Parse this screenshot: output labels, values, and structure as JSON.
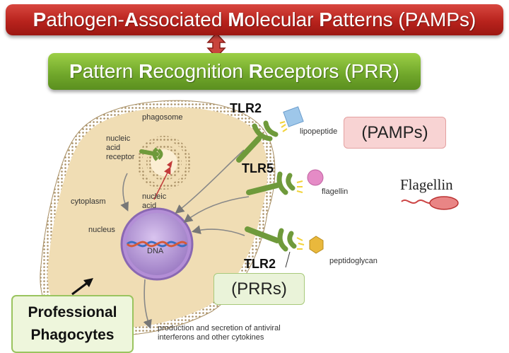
{
  "banners": {
    "pamps": [
      "P",
      "athogen-",
      "A",
      "ssociated ",
      "M",
      "olecular ",
      "P",
      "atterns (PAMPs)"
    ],
    "prr": [
      "P",
      "attern ",
      "R",
      "ecognition ",
      "R",
      "eceptors (PRR)"
    ]
  },
  "receptors": {
    "tlr2_top": "TLR2",
    "tlr5": "TLR5",
    "tlr2_bottom": "TLR2"
  },
  "callouts": {
    "pamps": "(PAMPs)",
    "prrs": "(PRRs)",
    "phagocytes_line1": "Professional",
    "phagocytes_line2": "Phagocytes"
  },
  "cell_labels": {
    "phagosome": "phagosome",
    "nucleic_acid_receptor": [
      "nucleic",
      "acid",
      "receptor"
    ],
    "nucleic_acid": [
      "nucleic",
      "acid"
    ],
    "cytoplasm": "cytoplasm",
    "nucleus": "nucleus",
    "dna": "DNA"
  },
  "ligands": {
    "lipopeptide": "lipopeptide",
    "flagellin": "flagellin",
    "peptidoglycan": "peptidoglycan"
  },
  "side_image": {
    "title": "Flagellin"
  },
  "output": {
    "line1": "production and secretion of antiviral",
    "line2": "interferons and other cytokines"
  },
  "colors": {
    "pamp_banner": "#b8231d",
    "prr_banner": "#6fa62a",
    "cell_fill": "#f0ddb4",
    "nucleus_fill": "#b89bd6",
    "receptor_green": "#6f9a3b",
    "lipopeptide_blue": "#9ec7ea",
    "flagellin_pink": "#e58bc6",
    "peptidoglycan_gold": "#e9b83c"
  }
}
